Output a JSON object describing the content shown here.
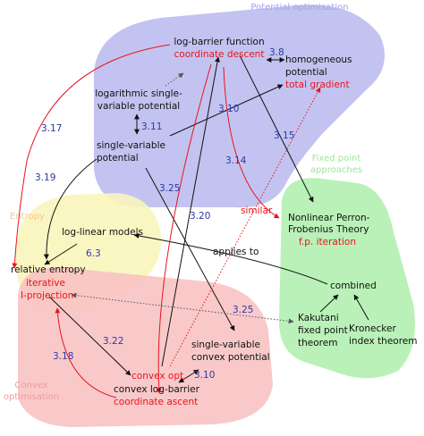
{
  "colors": {
    "potential_region": "#bdbdf0",
    "fixed_point_region": "#b3efb0",
    "entropy_region": "#f9f5bb",
    "convex_region": "#f8c3c3",
    "potential_label": "#9ea3ea",
    "fixed_point_label": "#9ee59a",
    "entropy_label": "#f3c696",
    "convex_label": "#f19a9a",
    "black_arrow": "#111111",
    "red_arrow": "#e8141c",
    "dotted_arrow": "#555555",
    "ref_number": "#2c3aa6"
  },
  "regions": {
    "potential": [
      "Potential optimisation"
    ],
    "fixed_point": [
      "Fixed point",
      "approaches"
    ],
    "entropy": [
      "Entropy"
    ],
    "convex": [
      "Convex",
      "optimisation"
    ]
  },
  "nodes": {
    "log_barrier": {
      "lines": [
        "log-barrier function"
      ],
      "method": [
        "coordinate descent"
      ]
    },
    "homogeneous": {
      "lines": [
        "homogeneous",
        "potential"
      ],
      "method": [
        "total gradient"
      ]
    },
    "log_single": {
      "lines": [
        "logarithmic single-",
        "variable potential"
      ],
      "method": []
    },
    "single_var": {
      "lines": [
        "single-variable",
        "potential"
      ],
      "method": []
    },
    "nonlinear_pf": {
      "lines": [
        "Nonlinear Perron-",
        "Frobenius Theory"
      ],
      "method": [
        "f.p. iteration"
      ]
    },
    "log_linear": {
      "lines": [
        "log-linear models"
      ],
      "method": []
    },
    "rel_entropy": {
      "lines": [
        "relative entropy"
      ],
      "method": [
        "iterative",
        "I-projection"
      ]
    },
    "combined": {
      "lines": [
        "combined"
      ],
      "method": []
    },
    "kakutani": {
      "lines": [
        "Kakutani",
        "fixed point",
        "theorem"
      ],
      "method": []
    },
    "kronecker": {
      "lines": [
        "Kronecker",
        "index theorem"
      ],
      "method": []
    },
    "sv_convex": {
      "lines": [
        "single-variable",
        "convex potential"
      ],
      "method": []
    },
    "convex_opt": {
      "lines": [
        "convex opt."
      ],
      "method": []
    },
    "convex_lb": {
      "lines": [
        "convex log-barrier"
      ],
      "method": [
        "coordinate ascent"
      ]
    }
  },
  "edge_labels": {
    "e38": "3.8",
    "e310": "3.10",
    "e311": "3.11",
    "e314": "3.14",
    "e315": "3.15",
    "e317": "3.17",
    "e319": "3.19",
    "e325a": "3.25",
    "e320": "3.20",
    "e325b": "3.25",
    "e63": "6.3",
    "e322": "3.22",
    "e318": "3.18",
    "e310b": "3.10",
    "similar": "similar",
    "applies_to": "applies to"
  }
}
